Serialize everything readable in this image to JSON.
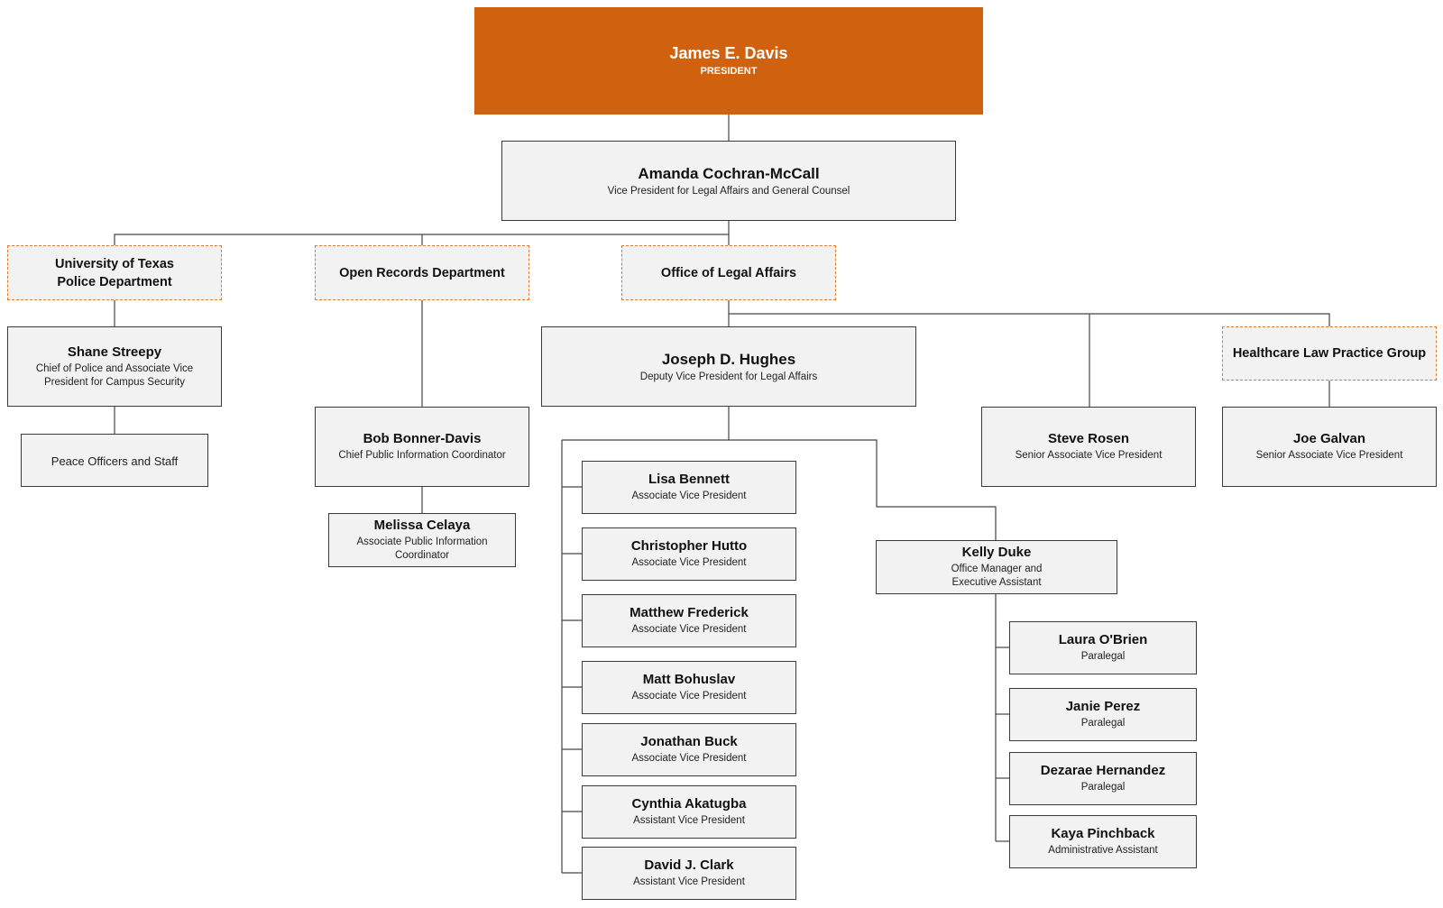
{
  "colors": {
    "accent": "#d0620f",
    "dept_border": "#e07a2e",
    "box_fill": "#f2f2f2",
    "line": "#444444"
  },
  "org": {
    "president": {
      "name": "James E. Davis",
      "title": "PRESIDENT"
    },
    "vp_legal": {
      "name": "Amanda Cochran-McCall",
      "title": "Vice President for Legal Affairs and General Counsel"
    },
    "departments": {
      "police": {
        "name_line1": "University of Texas",
        "name_line2": "Police Department"
      },
      "open_records": {
        "name": "Open Records Department"
      },
      "legal_affairs": {
        "name": "Office of Legal Affairs"
      },
      "healthcare": {
        "name": "Healthcare Law Practice Group"
      }
    },
    "police_chief": {
      "name": "Shane Streepy",
      "title_line1": "Chief of Police and Associate Vice",
      "title_line2": "President for Campus Security"
    },
    "peace_officers": {
      "label": "Peace Officers and Staff"
    },
    "bob": {
      "name": "Bob Bonner-Davis",
      "title": "Chief Public Information Coordinator"
    },
    "melissa": {
      "name": "Melissa Celaya",
      "title_line1": "Associate Public Information",
      "title_line2": "Coordinator"
    },
    "joseph": {
      "name": "Joseph D. Hughes",
      "title": "Deputy Vice President for Legal Affairs"
    },
    "steve": {
      "name": "Steve Rosen",
      "title": "Senior Associate Vice President"
    },
    "joe": {
      "name": "Joe Galvan",
      "title": "Senior Associate Vice President"
    },
    "associates": [
      {
        "name": "Lisa Bennett",
        "title": "Associate Vice President"
      },
      {
        "name": "Christopher Hutto",
        "title": "Associate Vice President"
      },
      {
        "name": "Matthew Frederick",
        "title": "Associate Vice President"
      },
      {
        "name": "Matt Bohuslav",
        "title": "Associate Vice President"
      },
      {
        "name": "Jonathan Buck",
        "title": "Associate Vice President"
      },
      {
        "name": "Cynthia Akatugba",
        "title": "Assistant Vice President"
      },
      {
        "name": "David J. Clark",
        "title": "Assistant Vice President"
      }
    ],
    "kelly": {
      "name": "Kelly Duke",
      "title_line1": "Office Manager and",
      "title_line2": "Executive Assistant"
    },
    "staff": [
      {
        "name": "Laura O'Brien",
        "title": "Paralegal"
      },
      {
        "name": "Janie Perez",
        "title": "Paralegal"
      },
      {
        "name": "Dezarae Hernandez",
        "title": "Paralegal"
      },
      {
        "name": "Kaya Pinchback",
        "title": "Administrative Assistant"
      }
    ]
  }
}
